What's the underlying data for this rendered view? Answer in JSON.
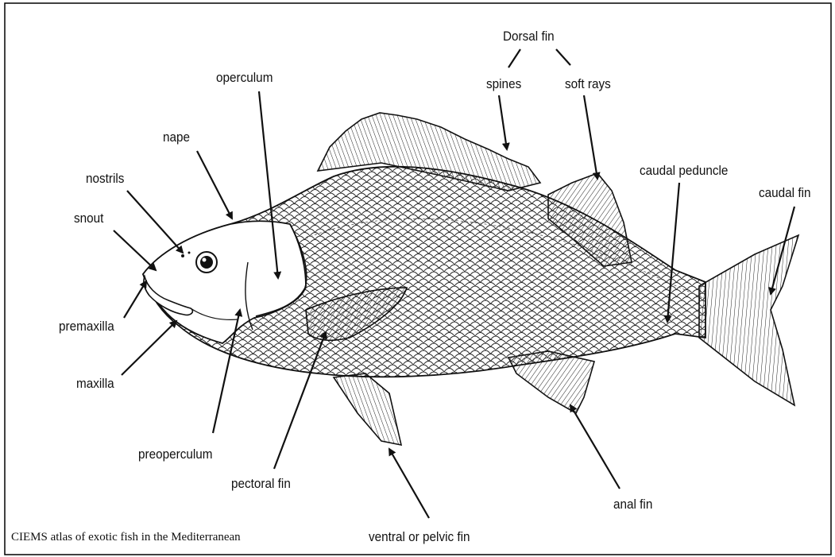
{
  "labels": {
    "dorsal_fin": "Dorsal fin",
    "spines": "spines",
    "soft_rays": "soft rays",
    "operculum": "operculum",
    "nape": "nape",
    "nostrils": "nostrils",
    "snout": "snout",
    "premaxilla": "premaxilla",
    "maxilla": "maxilla",
    "preoperculum": "preoperculum",
    "pectoral_fin": "pectoral fin",
    "ventral_or_pelvic_fin": "ventral or pelvic fin",
    "anal_fin": "anal fin",
    "caudal_peduncle": "caudal peduncle",
    "caudal_fin": "caudal fin"
  },
  "caption": "CIEMS atlas of exotic fish in the Mediterranean"
}
